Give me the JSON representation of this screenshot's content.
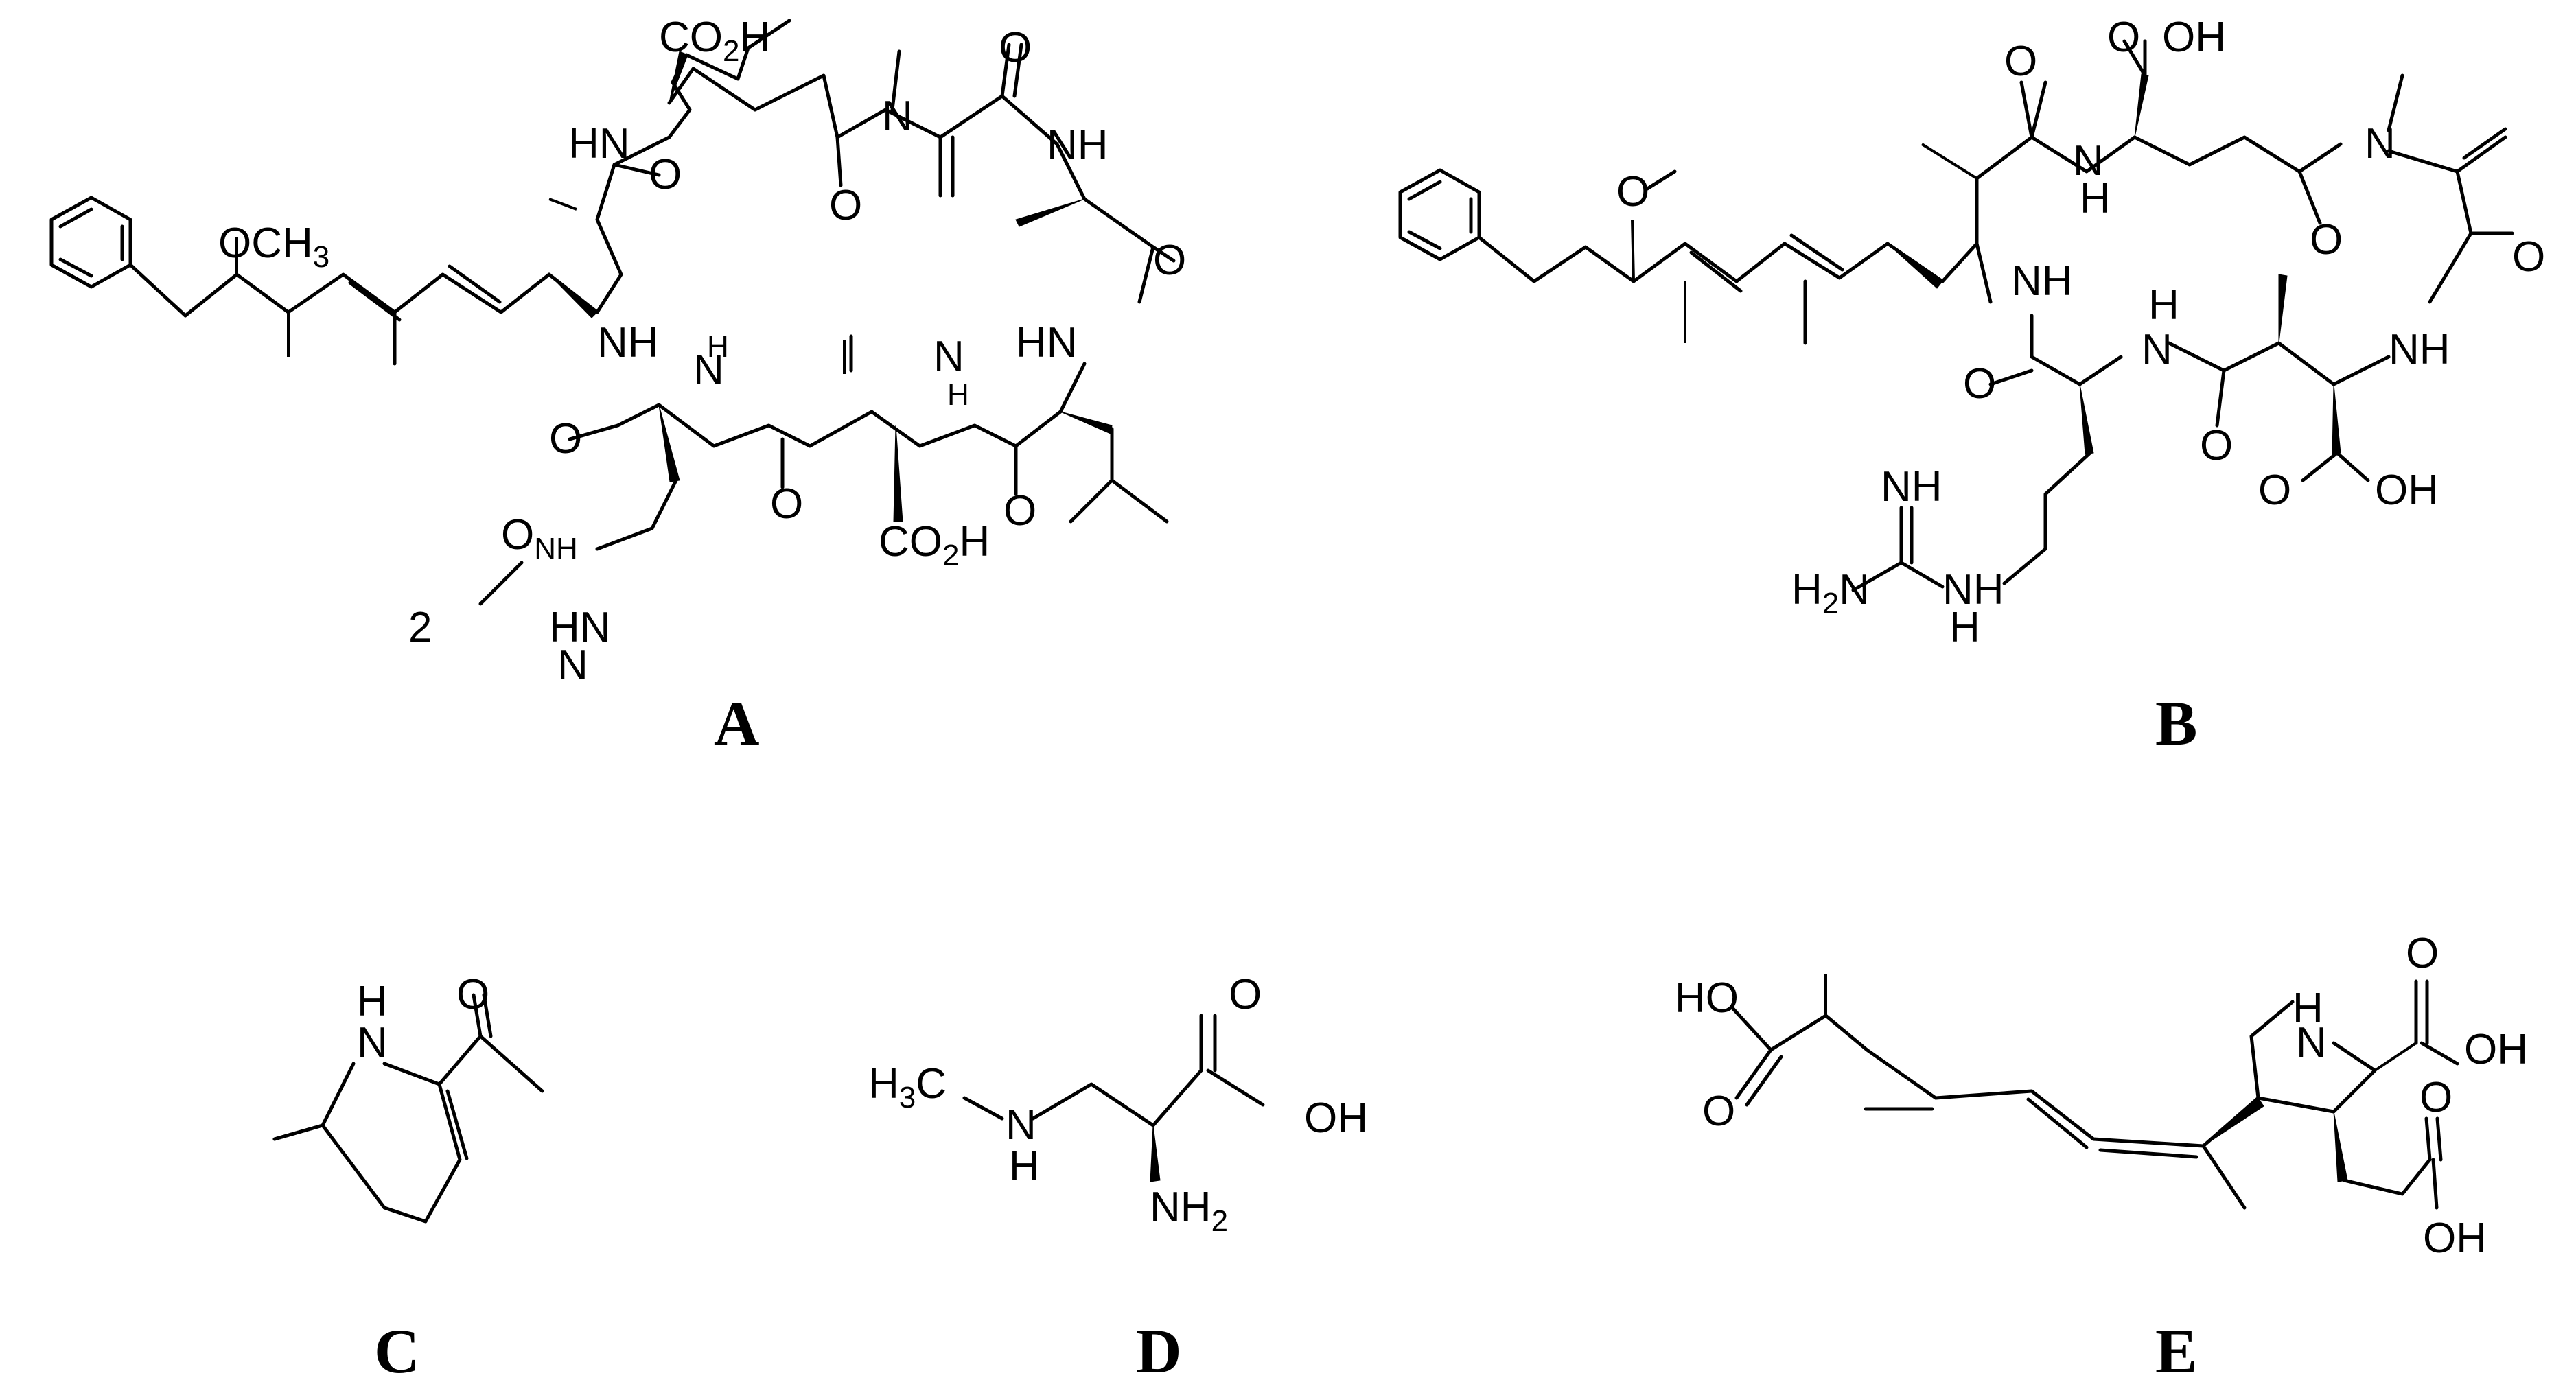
{
  "panels": [
    {
      "id": "A",
      "label": "A",
      "atom_labels": [
        "CO",
        "2",
        "H",
        "N",
        "O",
        "NH",
        "HN",
        "O",
        "OCH",
        "3",
        "O",
        "NH",
        "O",
        "HN",
        "H",
        "N",
        "H",
        "N",
        "O",
        "O",
        "O",
        "NH",
        "2",
        "HN",
        "N",
        "H",
        "CO",
        "2",
        "H"
      ]
    },
    {
      "id": "B",
      "label": "B",
      "atom_labels": [
        "O",
        "OH",
        "O",
        "N",
        "O",
        "N",
        "H",
        "O",
        "O",
        "NH",
        "H",
        "N",
        "NH",
        "O",
        "O",
        "O",
        "OH",
        "NH",
        "H",
        "2",
        "N",
        "N",
        "H"
      ]
    },
    {
      "id": "C",
      "label": "C",
      "atom_labels": [
        "H",
        "N",
        "O"
      ]
    },
    {
      "id": "D",
      "label": "D",
      "atom_labels": [
        "H",
        "3",
        "C",
        "N",
        "H",
        "O",
        "OH",
        "NH",
        "2"
      ]
    },
    {
      "id": "E",
      "label": "E",
      "atom_labels": [
        "HO",
        "O",
        "H",
        "N",
        "O",
        "OH",
        "O",
        "OH"
      ]
    }
  ],
  "colors": {
    "ink": "#000000",
    "background": "#ffffff"
  }
}
